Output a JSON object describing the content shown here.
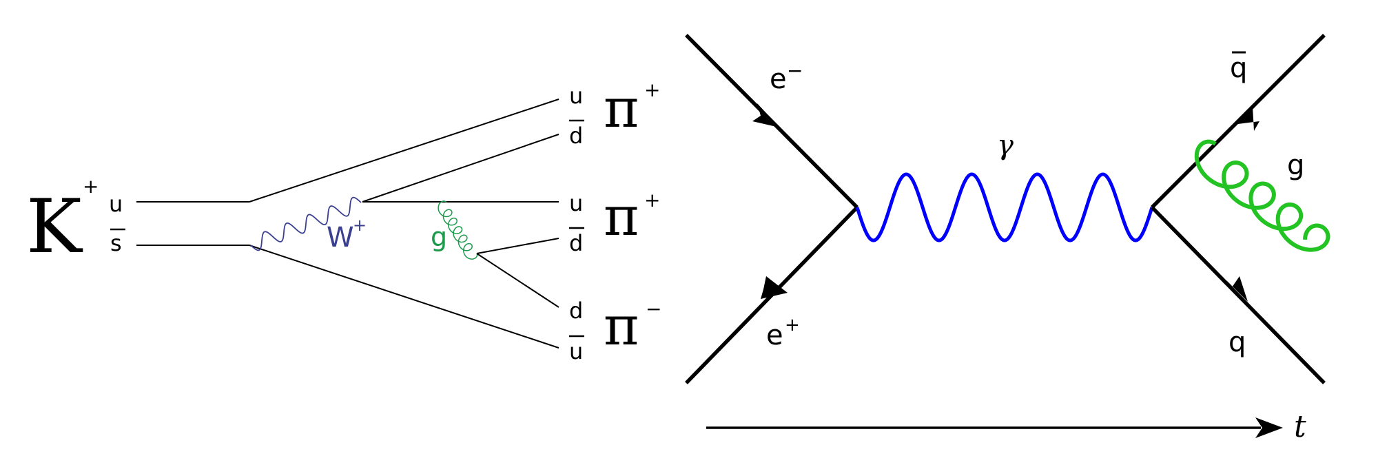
{
  "kaon_decay": {
    "initial_meson": {
      "symbol": "K",
      "charge": "+"
    },
    "initial_quarks": [
      "u",
      "s"
    ],
    "boson_w": {
      "symbol": "W",
      "charge": "+"
    },
    "gluon_label": "g",
    "final_quarks": [
      "u",
      "d",
      "u",
      "d",
      "d",
      "u"
    ],
    "pions": [
      {
        "symbol": "π",
        "charge": "+"
      },
      {
        "symbol": "π",
        "charge": "+"
      },
      {
        "symbol": "π",
        "charge": "−"
      }
    ]
  },
  "annihilation": {
    "electron": {
      "symbol": "e",
      "charge": "−"
    },
    "positron": {
      "symbol": "e",
      "charge": "+"
    },
    "photon_label": "γ",
    "antiquark_label": "q",
    "quark_label": "q",
    "gluon_label": "g",
    "time_axis_label": "t"
  },
  "colors": {
    "w_boson": "#3b3f8f",
    "gluon_small": "#1a9a4a",
    "photon": "#0000ff",
    "gluon_big": "#22c322",
    "lines": "#000000"
  }
}
